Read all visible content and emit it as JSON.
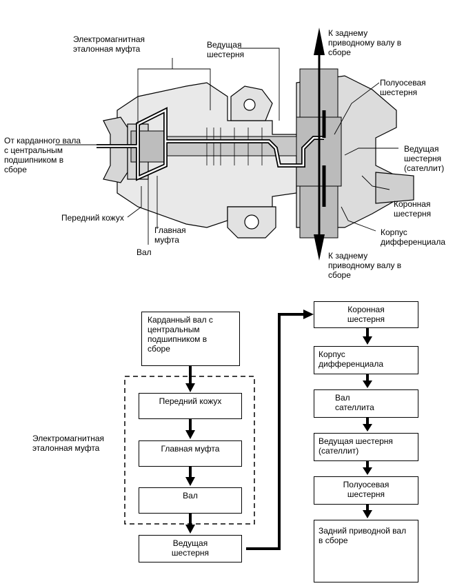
{
  "top_labels": {
    "em_clutch": "Электромагнитная\nэталонная муфта",
    "drive_gear": "Ведущая\nшестерня",
    "to_rear_top": "К заднему\nприводному валу в\nсборе",
    "side_gear": "Полуосевая\nшестерня",
    "pinion": "Ведущая\nшестерня\n(сателлит)",
    "from_shaft": "От карданного вала\nс центральным\nподшипником в\nсборе",
    "ring_gear": "Коронная\nшестерня",
    "diff_case": "Корпус\nдифференциала",
    "front_cover": "Передний кожух",
    "main_clutch": "Главная\nмуфта",
    "shaft": "Вал",
    "to_rear_bottom": "К заднему\nприводному валу в\nсборе"
  },
  "flow": {
    "group_label": "Электромагнитная\nэталонная муфта",
    "left": [
      "Карданный вал с\nцентральным\nподшипником в\nсборе",
      "Передний кожух",
      "Главная муфта",
      "Вал",
      "Ведущая\nшестерня"
    ],
    "right": [
      "Коронная\nшестерня",
      "Корпус\nдифференциала",
      "Вал\nсателлита",
      "Ведущая шестерня\n(сателлит)",
      "Полуосевая\nшестерня",
      "Задний приводной вал\nв сборе"
    ]
  }
}
